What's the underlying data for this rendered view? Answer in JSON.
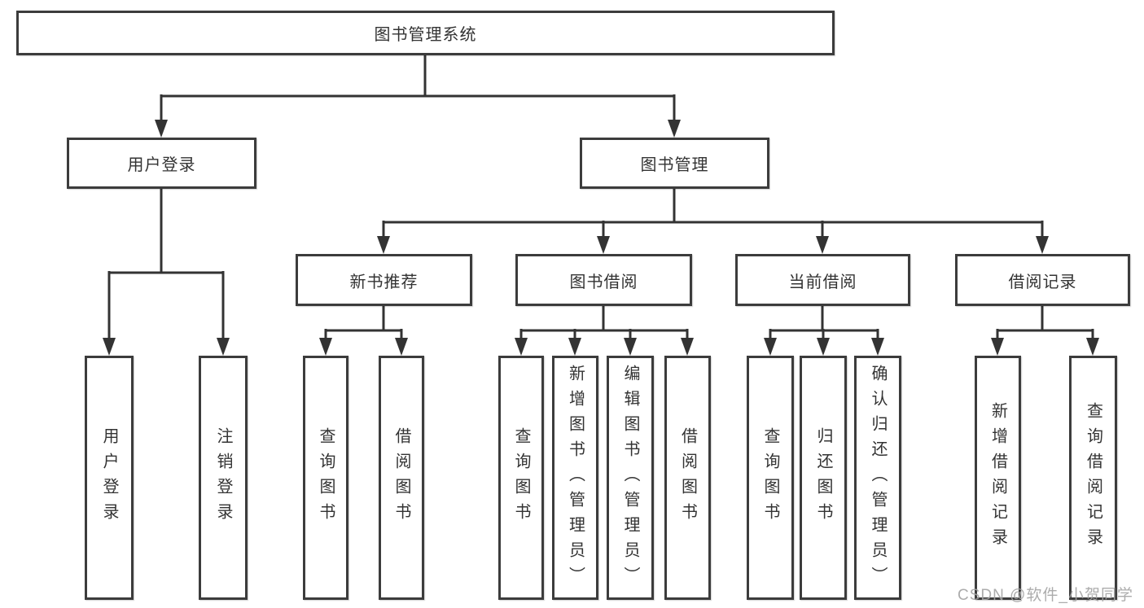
{
  "tree": {
    "root": {
      "label": "图书管理系统",
      "children": [
        {
          "label": "用户登录",
          "children": [
            {
              "label": "用户登录"
            },
            {
              "label": "注销登录"
            }
          ]
        },
        {
          "label": "图书管理",
          "children": [
            {
              "label": "新书推荐",
              "children": [
                {
                  "label": "查询图书"
                },
                {
                  "label": "借阅图书"
                }
              ]
            },
            {
              "label": "图书借阅",
              "children": [
                {
                  "label": "查询图书"
                },
                {
                  "label": "新增图书（管理员）"
                },
                {
                  "label": "编辑图书（管理员）"
                },
                {
                  "label": "借阅图书"
                }
              ]
            },
            {
              "label": "当前借阅",
              "children": [
                {
                  "label": "查询图书"
                },
                {
                  "label": "归还图书"
                },
                {
                  "label": "确认归还（管理员）"
                }
              ]
            },
            {
              "label": "借阅记录",
              "children": [
                {
                  "label": "新增借阅记录"
                },
                {
                  "label": "查询借阅记录"
                }
              ]
            }
          ]
        }
      ]
    }
  },
  "watermark": {
    "text": "CSDN @软件_小贺同学"
  },
  "colors": {
    "line": "#333333",
    "box_border": "#3c3c3c",
    "text": "#333333",
    "watermark": "#a3a3a3",
    "background": "#ffffff"
  }
}
